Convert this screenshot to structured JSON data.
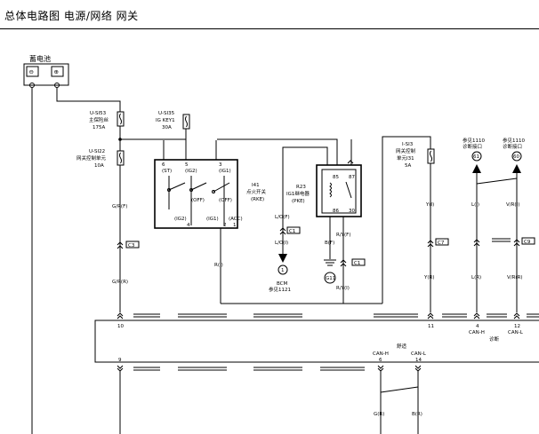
{
  "header": {
    "title": "总体电路图  电源/网络  网关"
  },
  "battery": {
    "label": "蓄电池",
    "minus": "⊖",
    "plus": "⊕"
  },
  "fuses": {
    "main": {
      "id": "U-SI53",
      "name": "主保险丝",
      "rating": "175A"
    },
    "gateway_ctrl": {
      "id": "U-SI22",
      "name": "网关控制单元",
      "rating": "10A"
    },
    "ig_key1": {
      "id": "U-SI35",
      "name": "IG KEY1",
      "rating": "30A"
    },
    "gateway_unit": {
      "id": "I-SI3",
      "name": "网关控制",
      "name2": "单元I31",
      "rating": "5A"
    }
  },
  "ignition_switch": {
    "id": "I41",
    "name": "点火开关",
    "sub": "(RKE)",
    "pins": {
      "p6": "6",
      "p5": "5",
      "p3": "3",
      "p4": "4",
      "p2": "2",
      "p1": "1"
    },
    "positions": {
      "st": "(ST)",
      "ig2top": "(IG2)",
      "ig1top": "(IG1)",
      "off1": "(OFF)",
      "off2": "(OFF)",
      "ig2": "(IG2)",
      "ig1": "(IG1)",
      "acc": "(ACC)"
    }
  },
  "relay": {
    "id": "R23",
    "name": "IG1继电器",
    "sub": "(PKE)",
    "pins": {
      "p85": "85",
      "p87": "87",
      "p86": "86",
      "p30": "30"
    }
  },
  "wires": {
    "gr_f": "G/R(F)",
    "gr_r": "G/R(R)",
    "lo_f": "L/O(F)",
    "lo_i": "L/O(I)",
    "b_f": "B(F)",
    "ry_f": "R/Y(F)",
    "ry_i": "R/Y(I)",
    "r_i": "R(I)",
    "y_i": "Y(I)",
    "y_r": "Y(R)",
    "l_i": "L(I)",
    "l_r": "L(R)",
    "vr_i": "V/R(I)",
    "vr_r": "V/R(R)",
    "g_r": "G(R)",
    "b_r": "B(R)"
  },
  "connectors": {
    "c3": "C3",
    "c1a": "C1",
    "c1b": "C1",
    "c7": "C7",
    "c9": "C9"
  },
  "ground": {
    "g11": "G11"
  },
  "bcm": {
    "num": "1",
    "name": "BCM",
    "ref": "参见1121"
  },
  "diag_refs": {
    "ref61": {
      "num": "61",
      "line1": "参见1110",
      "line2": "诊断接口"
    },
    "ref60": {
      "num": "60",
      "line1": "参见1110",
      "line2": "诊断接口"
    }
  },
  "module": {
    "pins": {
      "p10": "10",
      "p11": "11",
      "p4": "4",
      "p12": "12",
      "p9": "9",
      "p6": "6",
      "p14": "14"
    },
    "labels": {
      "can_h_top": "CAN-H",
      "can_l_top": "CAN-L",
      "diag": "诊断",
      "comfort": "舒适",
      "can_h_bot": "CAN-H",
      "can_l_bot": "CAN-L"
    }
  }
}
